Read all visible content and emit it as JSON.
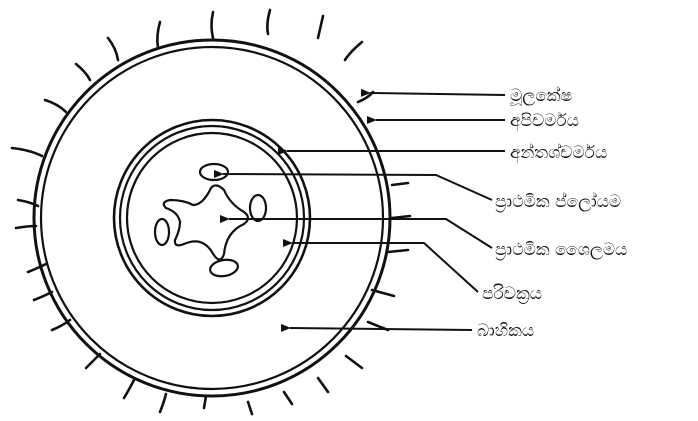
{
  "diagram": {
    "labels": {
      "root_hair": "මූලකේෂ",
      "epidermis": "අපිචර්මය",
      "endodermis": "අන්තශ්චර්මය",
      "primary_phloem": "ප්‍රාථමික ප්ලෝයම",
      "primary_xylem": "ප්‍රාථමික ශෛලමය",
      "pericycle": "පරිචක්‍රය",
      "cortex": "බාහිකය"
    },
    "colors": {
      "line": "#111111",
      "background": "#ffffff"
    }
  }
}
